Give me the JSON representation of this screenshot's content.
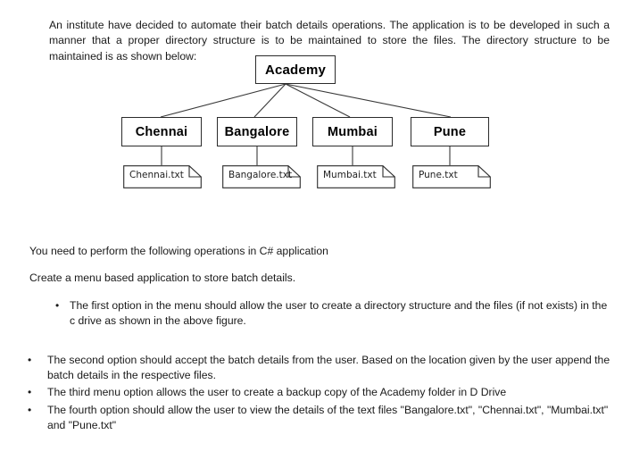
{
  "document": {
    "intro_paragraph": "An institute have decided to automate their batch details operations. The application is to be developed in such a manner that a proper directory structure is to be maintained to store the files. The directory structure to be maintained is as shown below:",
    "operations_heading": "You need to perform the following operations in C# application",
    "create_menu_line": "Create a menu based application to store batch details."
  },
  "diagram": {
    "root": {
      "label": "Academy"
    },
    "directories": [
      {
        "label": "Chennai"
      },
      {
        "label": "Bangalore"
      },
      {
        "label": "Mumbai"
      },
      {
        "label": "Pune"
      }
    ],
    "files": [
      {
        "label": "Chennai.txt"
      },
      {
        "label": "Bangalore.txt"
      },
      {
        "label": "Mumbai.txt"
      },
      {
        "label": "Pune.txt"
      }
    ]
  },
  "indented_bullets": [
    {
      "marker": "•",
      "text": "The first option in the menu should allow the user to create a directory structure and the files (if not exists) in the c drive as shown in the above figure."
    }
  ],
  "main_bullets": [
    {
      "marker": "•",
      "text": "The second option should accept the batch details from the user. Based on the location given by the user append the batch details in the respective files."
    },
    {
      "marker": "•",
      "text": "The third menu option allows the user to create a backup copy of the Academy folder in D Drive"
    },
    {
      "marker": "•",
      "text": "The fourth option should allow the user to view the details of the text files \"Bangalore.txt\", \"Chennai.txt\", \"Mumbai.txt\" and \"Pune.txt\""
    }
  ],
  "colors": {
    "page_background": "#ffffff",
    "text": "#1a1a1a",
    "node_border": "#2b2b2b",
    "connector": "#3a3a3a"
  }
}
